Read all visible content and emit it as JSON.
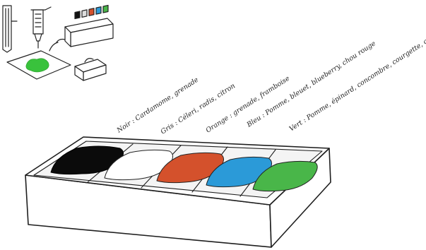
{
  "labels": {
    "black": "Noir : Cardamome, grenade",
    "white": "Gris : Céleri, radis, citron",
    "orange": "Orange : grenade, framboise",
    "blue": "Bleu : Pomme, bleuet, blueberry, chou rouge",
    "green": "Vert : Pomme, épinard, concombre, courgette, chou vert"
  },
  "colors": {
    "black": "#0b0b0b",
    "white": "#ffffff",
    "orange": "#d4512c",
    "blue": "#2b9ad8",
    "green": "#49b649",
    "sample_stain": "#39c23c"
  },
  "icons": {
    "printer": "printer-icon",
    "syringe": "syringe-dispenser-icon",
    "cartridge": "ink-cartridge-icon",
    "paper": "paper-sheet-icon",
    "tray": "ink-tray-icon"
  }
}
